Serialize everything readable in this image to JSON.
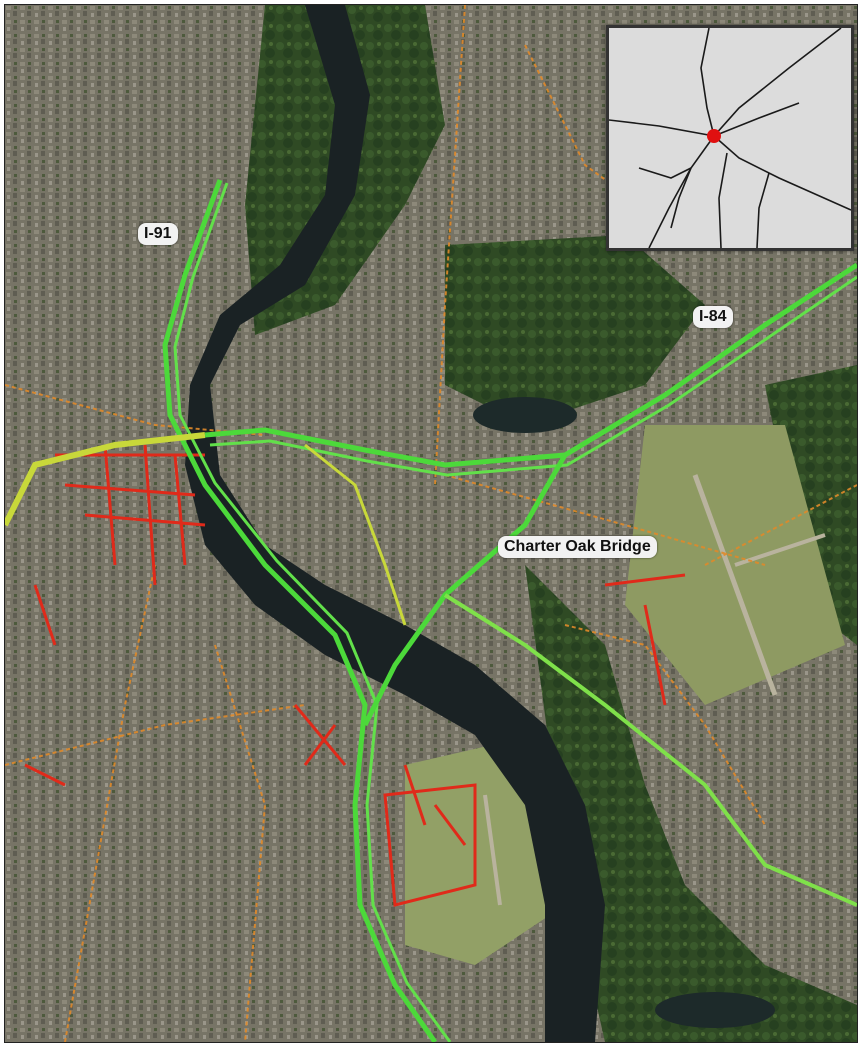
{
  "map": {
    "labels": {
      "i91": "I-91",
      "i84": "I-84",
      "bridge": "Charter Oak Bridge"
    },
    "colors": {
      "river": "#1a2224",
      "forest": "#2e4a22",
      "urban": "#7a7668",
      "field": "#9aa06e",
      "highway_free": "#4cd93a",
      "highway_moderate": "#c8d83a",
      "road_congested": "#e02a1a",
      "road_slow": "#e08a2a",
      "inset_background": "#dcdcdc",
      "inset_roads": "#1a1a1a",
      "inset_marker": "#e01010"
    },
    "icons": {
      "inset_marker": "location-dot-icon"
    }
  }
}
